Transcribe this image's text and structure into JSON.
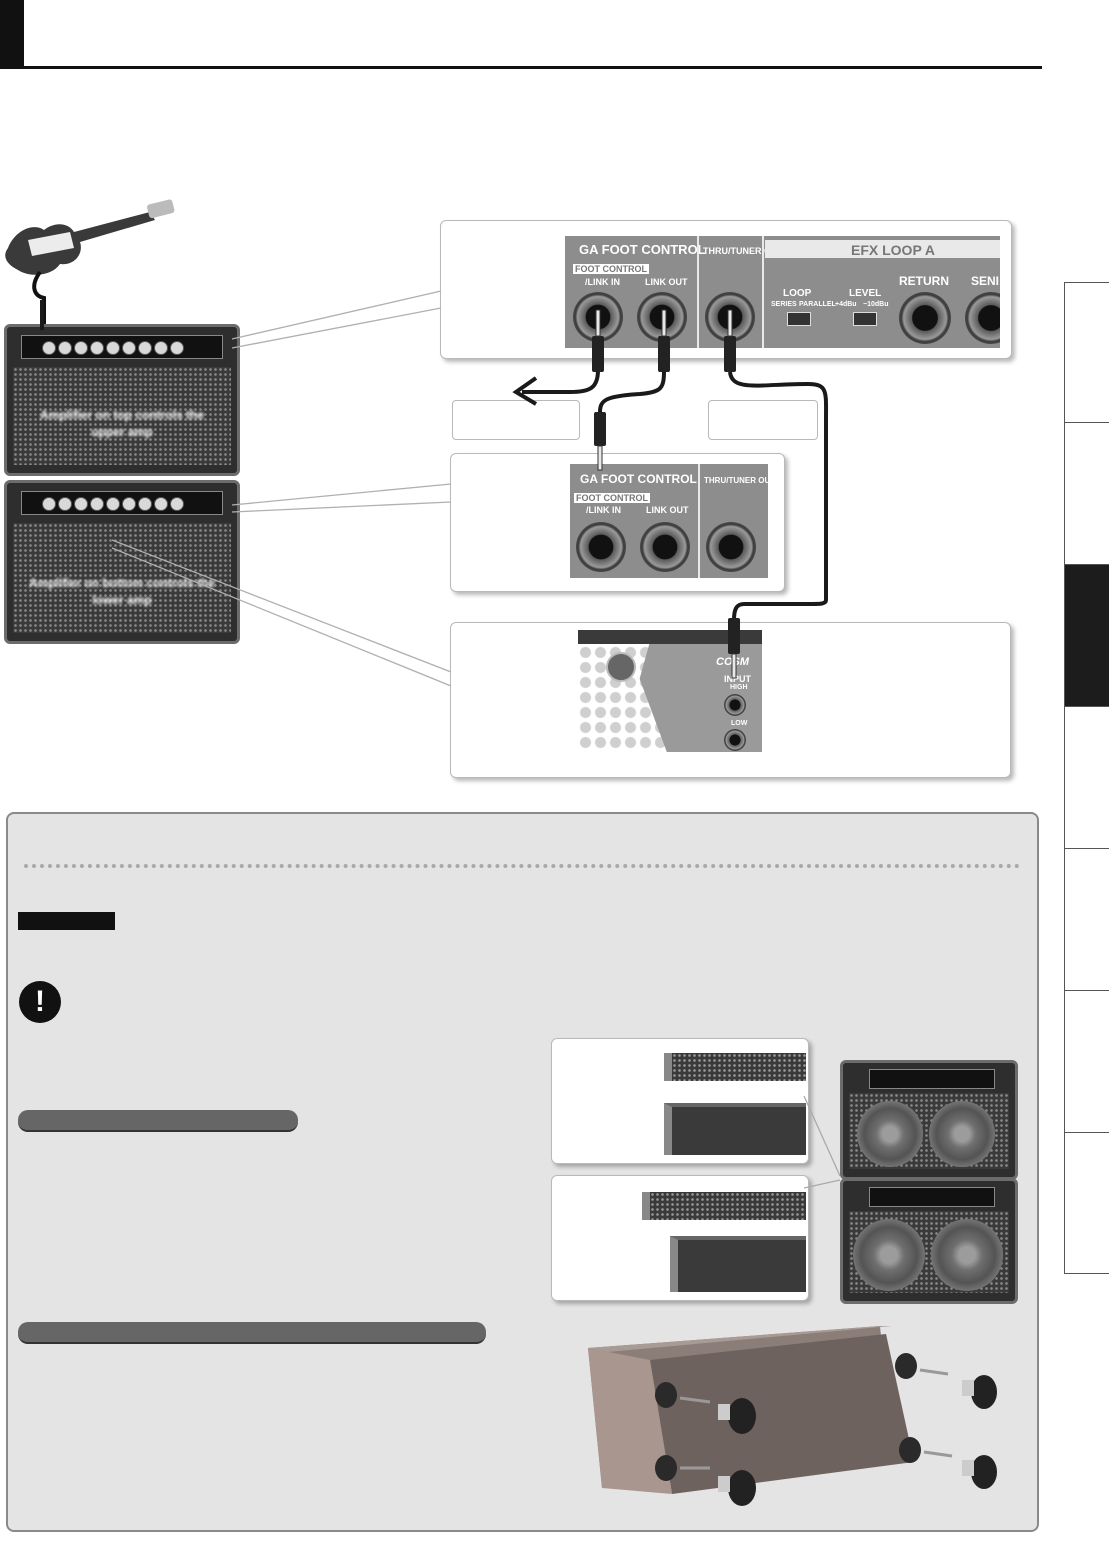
{
  "panel_top": {
    "ga_foot_control": "GA FOOT CONTROL",
    "foot_control_small": "FOOT CONTROL",
    "link_in": "/LINK IN",
    "link_out": "LINK OUT",
    "thru_tuner_out": "THRU/TUNER OUT",
    "efx_loop_a": "EFX LOOP A",
    "loop": "LOOP",
    "series": "SERIES",
    "parallel": "PARALLEL",
    "level": "LEVEL",
    "plus4": "+4dBu",
    "minus10": "−10dBu",
    "return": "RETURN",
    "send_partial": "SENI"
  },
  "panel_middle": {
    "ga_foot_control": "GA FOOT CONTROL",
    "foot_control_small": "FOOT CONTROL",
    "link_in": "/LINK IN",
    "link_out": "LINK OUT",
    "thru_tuner_out": "THRU/TUNER OUT"
  },
  "panel_input": {
    "cosm": "COSM",
    "input": "INPUT",
    "high": "HIGH",
    "low": "LOW"
  },
  "amps": {
    "upper_lines": [
      "Amplifier on top controls the",
      "upper amp"
    ],
    "lower_lines": [
      "Amplifier on bottom controls the",
      "lower amp"
    ]
  },
  "colors": {
    "panel_gray": "#8d8d8d",
    "info_bg": "#e4e4e4",
    "active_tab": "#1c1c1c"
  },
  "icons": [
    "guitar-icon",
    "arrow-left-icon",
    "exclamation-icon",
    "caster-icon"
  ]
}
